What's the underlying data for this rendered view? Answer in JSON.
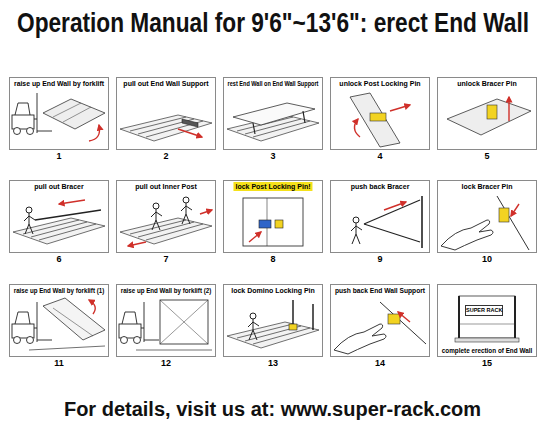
{
  "diagram": {
    "title": "Operation Manual for 9'6\"~13'6\": erect End Wall",
    "caption": "For details, visit us at: www.super-rack.com",
    "nodes": [
      {
        "text": [
          "raise up End Wall by forklift",
          "1"
        ]
      },
      {
        "text": [
          "pull out End Wall Support",
          "2"
        ]
      },
      {
        "text": [
          "rest End Wall on End Wall Support",
          "3"
        ]
      },
      {
        "text": [
          "unlock Post Locking Pin",
          "4"
        ]
      },
      {
        "text": [
          "unlock Bracer Pin",
          "5"
        ]
      },
      {
        "text": [
          "pull out Bracer",
          "6"
        ]
      },
      {
        "text": [
          "pull out Inner Post",
          "7"
        ]
      },
      {
        "text": [
          "lock Post Locking Pin!",
          "8"
        ]
      },
      {
        "text": [
          "push back Bracer",
          "9"
        ]
      },
      {
        "text": [
          "lock Bracer Pin",
          "10"
        ]
      },
      {
        "text": [
          "raise up End Wall by forklift (1)",
          "11"
        ]
      },
      {
        "text": [
          "raise up End Wall by forklift (2)",
          "12"
        ]
      },
      {
        "text": [
          "lock Domino Locking Pin",
          "13"
        ]
      },
      {
        "text": [
          "push back End Wall Support",
          "14"
        ]
      },
      {
        "text": [
          "complete erection of End Wall",
          "15"
        ]
      }
    ],
    "labels": [
      "SUPER RACK"
    ]
  }
}
